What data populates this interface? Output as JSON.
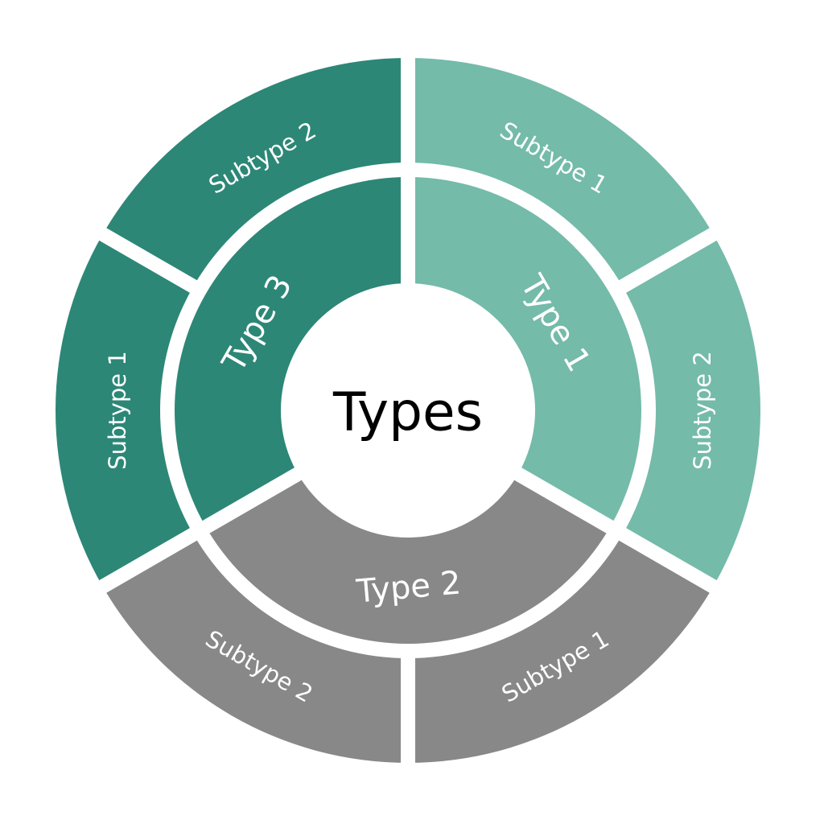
{
  "center": {
    "label": "Types"
  },
  "colors": {
    "type1": "#74bba9",
    "type2": "#888888",
    "type3": "#2c8776",
    "gap": "#ffffff",
    "center_fill": "#ffffff"
  },
  "types": [
    {
      "label": "Type 1",
      "color_key": "type1",
      "subtypes": [
        {
          "label": "Subtype 1"
        },
        {
          "label": "Subtype 2"
        }
      ]
    },
    {
      "label": "Type 2",
      "color_key": "type2",
      "subtypes": [
        {
          "label": "Subtype 1"
        },
        {
          "label": "Subtype 2"
        }
      ]
    },
    {
      "label": "Type 3",
      "color_key": "type3",
      "subtypes": [
        {
          "label": "Subtype 1"
        },
        {
          "label": "Subtype 2"
        }
      ]
    }
  ]
}
